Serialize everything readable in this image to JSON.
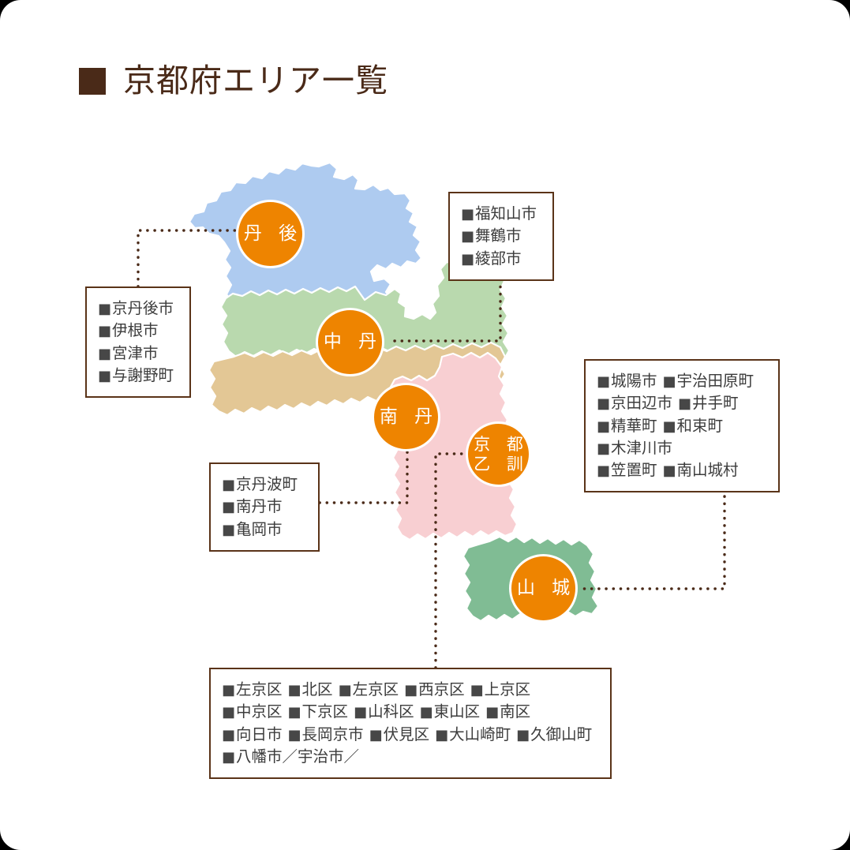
{
  "header": {
    "bullet": "square-bullet",
    "title": "京都府エリア一覧"
  },
  "colors": {
    "accent_orange": "#ee8400",
    "title_brown": "#4a2a18",
    "border_brown": "#5a3318",
    "text_gray": "#3c3c3c",
    "region_tango": "#aecbf0",
    "region_chutan": "#b9d9ae",
    "region_nantan": "#e3c795",
    "region_kyoto_otokuni": "#f8cfd2",
    "region_yamashiro": "#80bc94",
    "card_background": "#ffffff"
  },
  "map": {
    "regions": [
      {
        "id": "tango",
        "name": "丹後",
        "fill": "#aecbf0"
      },
      {
        "id": "chutan",
        "name": "中丹",
        "fill": "#b9d9ae"
      },
      {
        "id": "nantan",
        "name": "南丹",
        "fill": "#e3c795"
      },
      {
        "id": "kyoto-otokuni",
        "name": "京都乙訓",
        "fill": "#f8cfd2"
      },
      {
        "id": "yamashiro",
        "name": "山城",
        "fill": "#80bc94"
      }
    ]
  },
  "circles": [
    {
      "id": "tango",
      "line1": "丹 後"
    },
    {
      "id": "chutan",
      "line1": "中 丹"
    },
    {
      "id": "nantan",
      "line1": "南 丹"
    },
    {
      "id": "kyoto-otokuni",
      "line1": "京 都",
      "line2": "乙 訓"
    },
    {
      "id": "yamashiro",
      "line1": "山 城"
    }
  ],
  "boxes": {
    "tango": {
      "id": "tango-box",
      "lines": [
        [
          "京丹後市"
        ],
        [
          "伊根市"
        ],
        [
          "宮津市"
        ],
        [
          "与謝野町"
        ]
      ]
    },
    "chutan": {
      "id": "chutan-box",
      "lines": [
        [
          "福知山市"
        ],
        [
          "舞鶴市"
        ],
        [
          "綾部市"
        ]
      ]
    },
    "nantan": {
      "id": "nantan-box",
      "lines": [
        [
          "京丹波町"
        ],
        [
          "南丹市"
        ],
        [
          "亀岡市"
        ]
      ]
    },
    "yamashiro": {
      "id": "yamashiro-box",
      "lines": [
        [
          "城陽市",
          "宇治田原町"
        ],
        [
          "京田辺市",
          "井手町"
        ],
        [
          "精華町",
          "和束町"
        ],
        [
          "木津川市"
        ],
        [
          "笠置町",
          "南山城村"
        ]
      ]
    },
    "kyoto_otokuni": {
      "id": "kyoto-otokuni-box",
      "lines": [
        [
          "左京区",
          "北区",
          "左京区",
          "西京区",
          "上京区"
        ],
        [
          "中京区",
          "下京区",
          "山科区",
          "東山区",
          "南区"
        ],
        [
          "向日市",
          "長岡京市",
          "伏見区",
          "大山崎町",
          "久御山町"
        ],
        [
          "八幡市／宇治市／"
        ]
      ]
    }
  }
}
